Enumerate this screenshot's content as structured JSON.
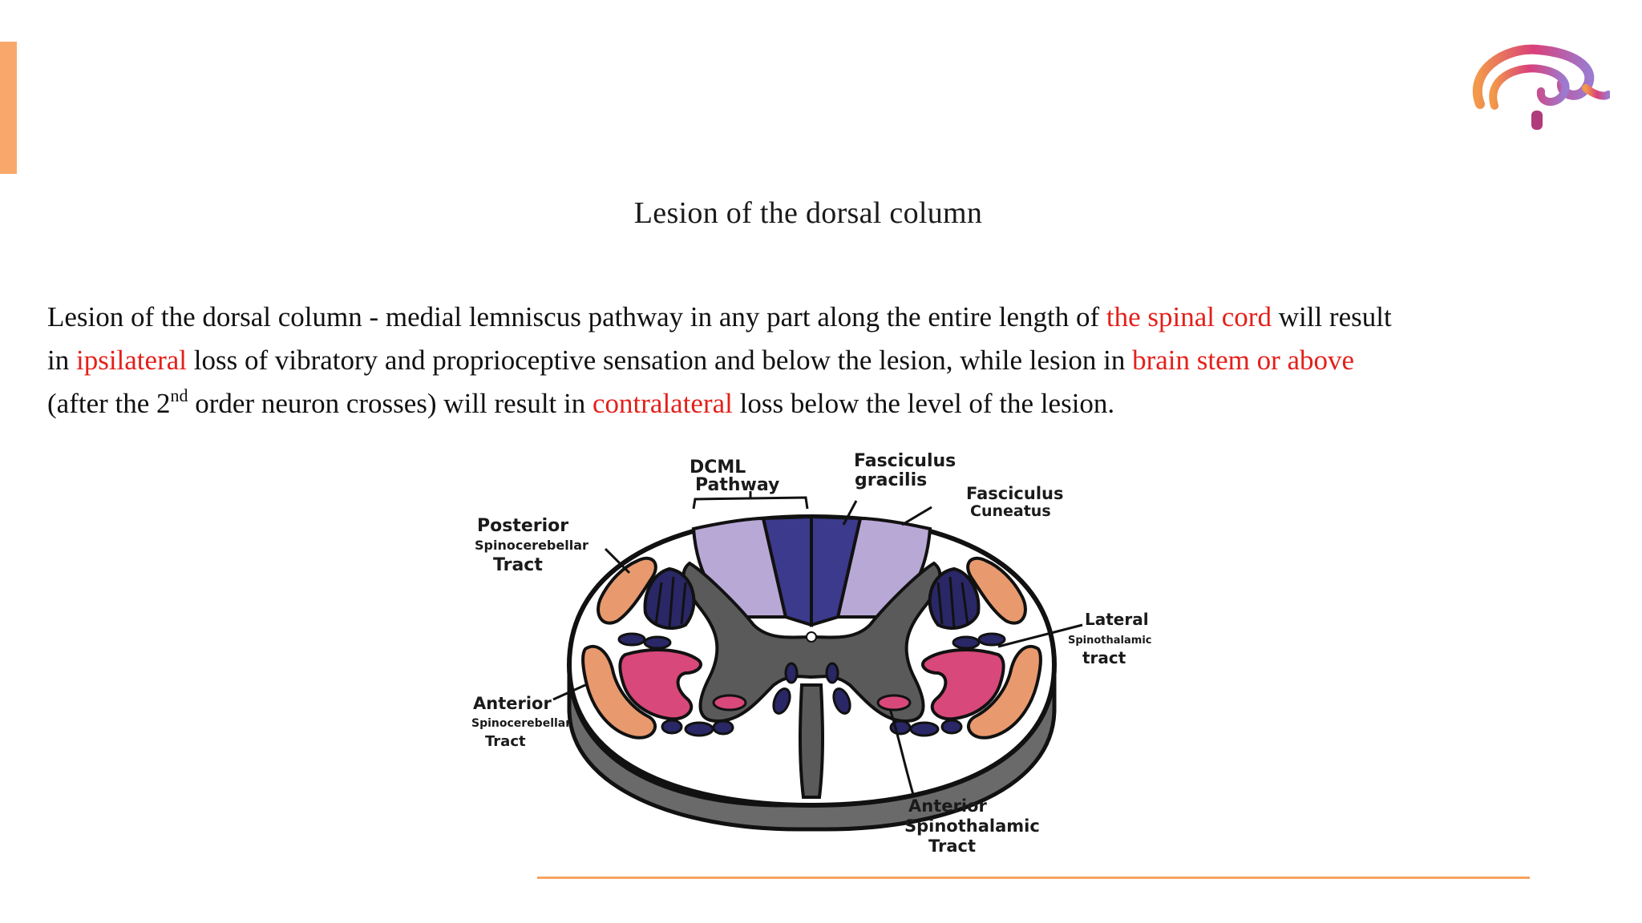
{
  "slide": {
    "title": "Lesion of the dorsal column",
    "paragraph": {
      "l1_a": "Lesion of the dorsal column - medial lemniscus pathway in any part along the entire length of ",
      "l1_b": "the spinal cord",
      "l1_c": " will result",
      "l2_a": "in ",
      "l2_b": "ipsilateral",
      "l2_c": " loss of vibratory and proprioceptive sensation and below the lesion, while lesion in ",
      "l2_d": "brain stem or above",
      "l3_a": "(after the 2",
      "l3_sup": "nd",
      "l3_b": " order neuron crosses) will result in ",
      "l3_c": "contralateral",
      "l3_d": " loss below the level of the lesion."
    },
    "highlight_color": "#e3201b",
    "accent_color": "#f9a86b"
  },
  "diagram": {
    "labels": {
      "dcml_1": "DCML",
      "dcml_2": "Pathway",
      "gracilis_1": "Fasciculus",
      "gracilis_2": "gracilis",
      "cuneatus_1": "Fasciculus",
      "cuneatus_2": "Cuneatus",
      "post_sc_1": "Posterior",
      "post_sc_2": "Spinocerebellar",
      "post_sc_3": "Tract",
      "lat_st_1": "Lateral",
      "lat_st_2": "Spinothalamic",
      "lat_st_3": "tract",
      "ant_sc_1": "Anterior",
      "ant_sc_2": "Spinocerebellar",
      "ant_sc_3": "Tract",
      "ant_st_1": "Anterior",
      "ant_st_2": "Spinothalamic",
      "ant_st_3": "Tract"
    },
    "colors": {
      "gracilis": "#3c3a8c",
      "cuneatus": "#b8a8d6",
      "corticospinal": "#2a2766",
      "spinothalamic": "#d8487a",
      "spinocerebellar": "#e89a6e",
      "gray_matter": "#5a5a5a"
    }
  }
}
